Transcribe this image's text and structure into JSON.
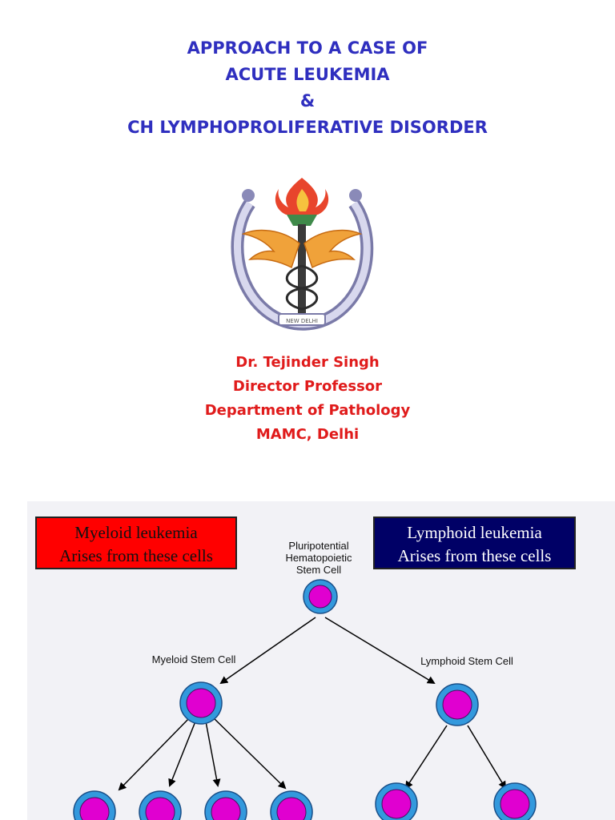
{
  "title": {
    "line1": "APPROACH TO A CASE OF",
    "line2": "ACUTE LEUKEMIA",
    "line3": "&",
    "line4": "CH LYMPHOPROLIFERATIVE DISORDER"
  },
  "emblem": {
    "icon": "college-seal-icon",
    "text_bottom": "NEW DELHI"
  },
  "author": {
    "name": "Dr. Tejinder Singh",
    "position": "Director Professor",
    "department": "Department of Pathology",
    "institution": "MAMC, Delhi"
  },
  "diagram": {
    "myeloid_box": {
      "line1": "Myeloid leukemia",
      "line2": "Arises from these cells",
      "color": "#ff0000"
    },
    "lymphoid_box": {
      "line1": "Lymphoid leukemia",
      "line2": "Arises from these cells",
      "color": "#000066"
    },
    "root_label": {
      "line1": "Pluripotential",
      "line2": "Hematopoietic",
      "line3": "Stem Cell"
    },
    "myeloid_label": "Myeloid Stem Cell",
    "lymphoid_label": "Lymphoid Stem Cell",
    "cell_colors": {
      "nucleus": "#e000d0",
      "membrane": "#3399dd"
    }
  }
}
